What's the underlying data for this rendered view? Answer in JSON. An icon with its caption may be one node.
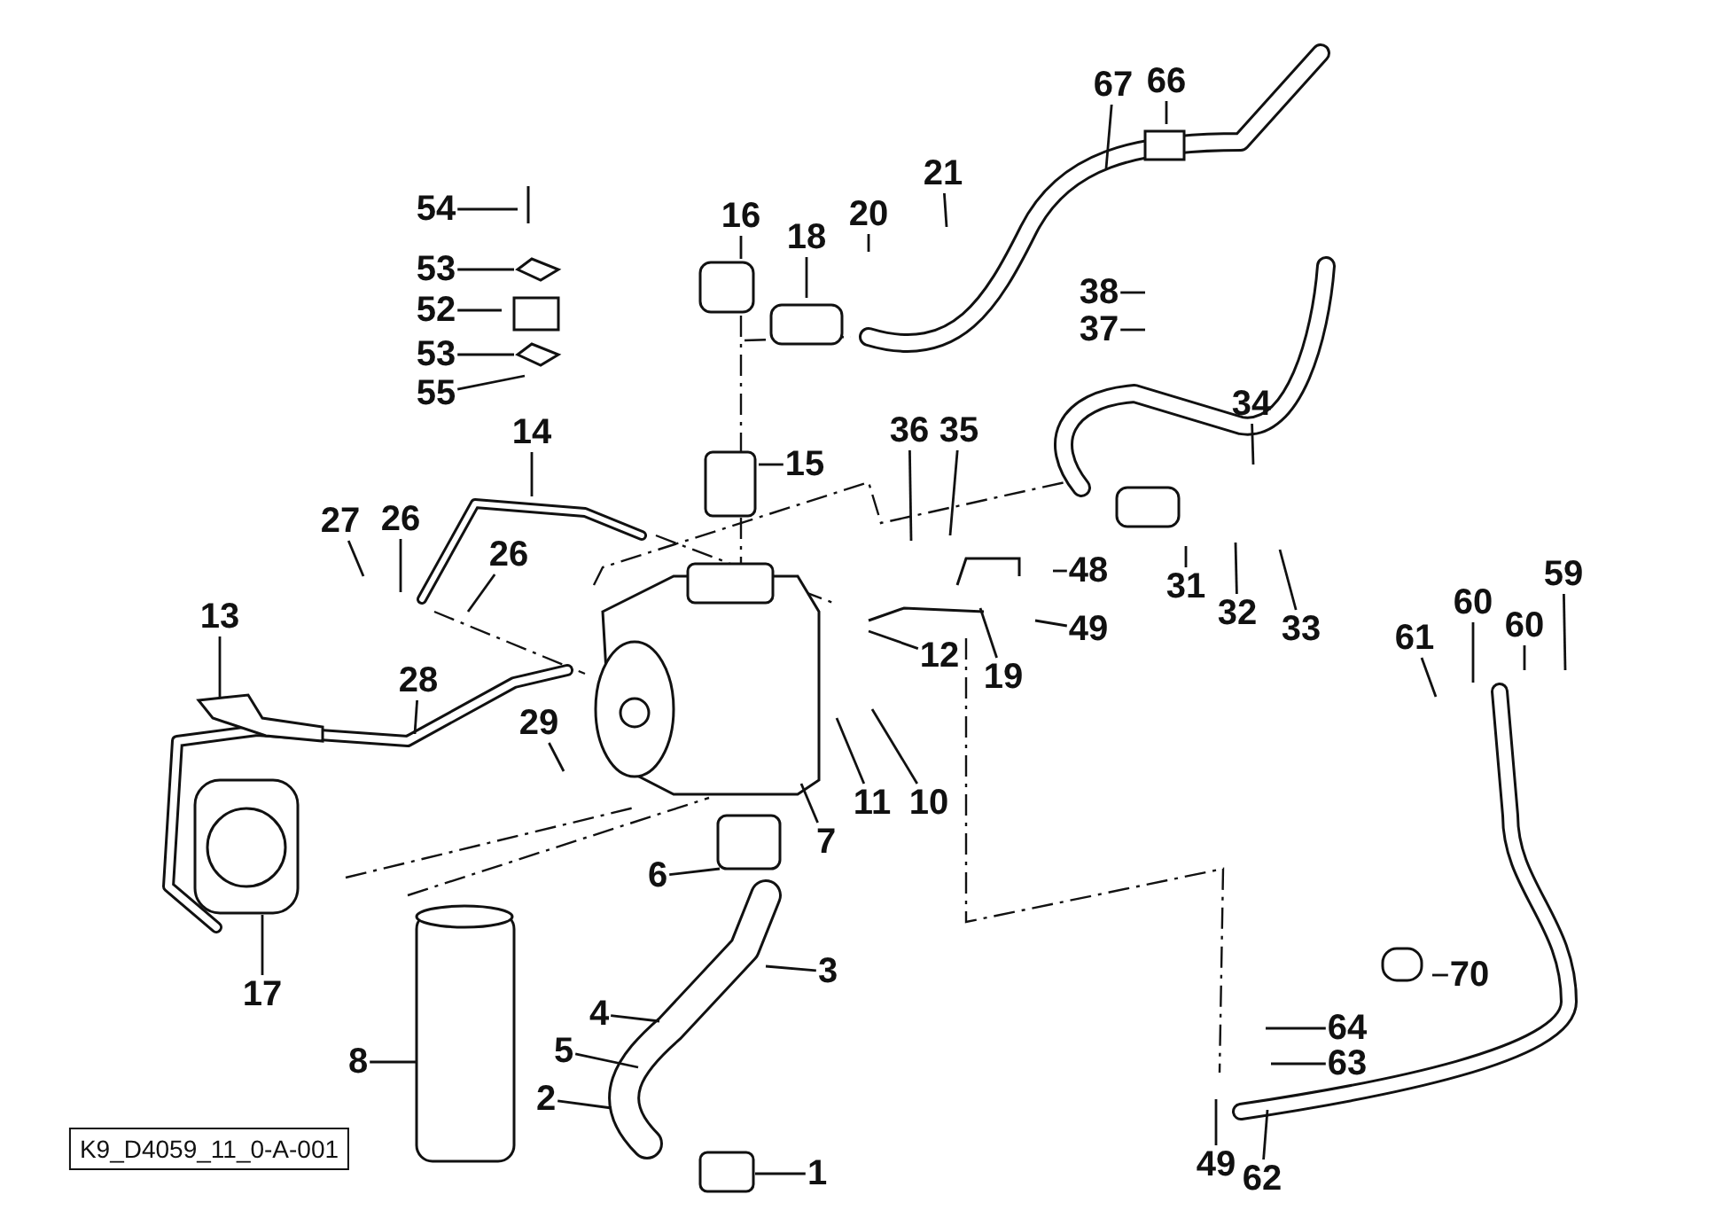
{
  "diagram": {
    "nodes": [
      {
        "text": [
          "67"
        ]
      },
      {
        "text": [
          "66"
        ]
      },
      {
        "text": [
          "54"
        ]
      },
      {
        "text": [
          "16"
        ]
      },
      {
        "text": [
          "18"
        ]
      },
      {
        "text": [
          "20"
        ]
      },
      {
        "text": [
          "21"
        ]
      },
      {
        "text": [
          "53"
        ]
      },
      {
        "text": [
          "38"
        ]
      },
      {
        "text": [
          "52"
        ]
      },
      {
        "text": [
          "37"
        ]
      },
      {
        "text": [
          "53"
        ]
      },
      {
        "text": [
          "55"
        ]
      },
      {
        "text": [
          "34"
        ]
      },
      {
        "text": [
          "36"
        ]
      },
      {
        "text": [
          "35"
        ]
      },
      {
        "text": [
          "15"
        ]
      },
      {
        "text": [
          "14"
        ]
      },
      {
        "text": [
          "27"
        ]
      },
      {
        "text": [
          "26"
        ]
      },
      {
        "text": [
          "26"
        ]
      },
      {
        "text": [
          "48"
        ]
      },
      {
        "text": [
          "31"
        ]
      },
      {
        "text": [
          "32"
        ]
      },
      {
        "text": [
          "33"
        ]
      },
      {
        "text": [
          "13"
        ]
      },
      {
        "text": [
          "12"
        ]
      },
      {
        "text": [
          "49"
        ]
      },
      {
        "text": [
          "19"
        ]
      },
      {
        "text": [
          "61"
        ]
      },
      {
        "text": [
          "60"
        ]
      },
      {
        "text": [
          "60"
        ]
      },
      {
        "text": [
          "59"
        ]
      },
      {
        "text": [
          "28"
        ]
      },
      {
        "text": [
          "29"
        ]
      },
      {
        "text": [
          "11"
        ]
      },
      {
        "text": [
          "10"
        ]
      },
      {
        "text": [
          "7"
        ]
      },
      {
        "text": [
          "6"
        ]
      },
      {
        "text": [
          "17"
        ]
      },
      {
        "text": [
          "3"
        ]
      },
      {
        "text": [
          "70"
        ]
      },
      {
        "text": [
          "4"
        ]
      },
      {
        "text": [
          "64"
        ]
      },
      {
        "text": [
          "5"
        ]
      },
      {
        "text": [
          "8"
        ]
      },
      {
        "text": [
          "63"
        ]
      },
      {
        "text": [
          "2"
        ]
      },
      {
        "text": [
          "49"
        ]
      },
      {
        "text": [
          "62"
        ]
      },
      {
        "text": [
          "1"
        ]
      },
      {
        "text": [
          "K9_D4059_11_0-A-001"
        ]
      }
    ],
    "edges": [
      {
        "from": 0,
        "to": null,
        "arrow": "none"
      },
      {
        "from": 1,
        "to": null,
        "arrow": "none"
      },
      {
        "from": 2,
        "to": null,
        "arrow": "none"
      },
      {
        "from": 3,
        "to": null,
        "arrow": "none"
      },
      {
        "from": 4,
        "to": null,
        "arrow": "none"
      },
      {
        "from": 5,
        "to": null,
        "arrow": "none"
      },
      {
        "from": 6,
        "to": null,
        "arrow": "none"
      },
      {
        "from": 7,
        "to": null,
        "arrow": "none"
      },
      {
        "from": 8,
        "to": null,
        "arrow": "none"
      },
      {
        "from": 9,
        "to": null,
        "arrow": "none"
      },
      {
        "from": 10,
        "to": null,
        "arrow": "none"
      },
      {
        "from": 11,
        "to": null,
        "arrow": "none"
      },
      {
        "from": 12,
        "to": null,
        "arrow": "none"
      },
      {
        "from": 13,
        "to": null,
        "arrow": "none"
      },
      {
        "from": 14,
        "to": null,
        "arrow": "none"
      },
      {
        "from": 15,
        "to": null,
        "arrow": "none"
      },
      {
        "from": 16,
        "to": null,
        "arrow": "none"
      },
      {
        "from": 17,
        "to": null,
        "arrow": "none"
      },
      {
        "from": 18,
        "to": null,
        "arrow": "none"
      },
      {
        "from": 19,
        "to": null,
        "arrow": "none"
      },
      {
        "from": 20,
        "to": null,
        "arrow": "none"
      },
      {
        "from": 21,
        "to": null,
        "arrow": "none"
      },
      {
        "from": 22,
        "to": null,
        "arrow": "none"
      },
      {
        "from": 23,
        "to": null,
        "arrow": "none"
      },
      {
        "from": 24,
        "to": null,
        "arrow": "none"
      },
      {
        "from": 25,
        "to": null,
        "arrow": "none"
      },
      {
        "from": 26,
        "to": null,
        "arrow": "none"
      },
      {
        "from": 27,
        "to": null,
        "arrow": "none"
      },
      {
        "from": 28,
        "to": null,
        "arrow": "none"
      },
      {
        "from": 29,
        "to": null,
        "arrow": "none"
      },
      {
        "from": 30,
        "to": null,
        "arrow": "none"
      },
      {
        "from": 31,
        "to": null,
        "arrow": "none"
      },
      {
        "from": 32,
        "to": null,
        "arrow": "none"
      },
      {
        "from": 33,
        "to": null,
        "arrow": "none"
      },
      {
        "from": 34,
        "to": null,
        "arrow": "none"
      },
      {
        "from": 35,
        "to": null,
        "arrow": "none"
      },
      {
        "from": 36,
        "to": null,
        "arrow": "none"
      },
      {
        "from": 37,
        "to": null,
        "arrow": "none"
      },
      {
        "from": 38,
        "to": null,
        "arrow": "none"
      },
      {
        "from": 39,
        "to": null,
        "arrow": "none"
      },
      {
        "from": 40,
        "to": null,
        "arrow": "none"
      },
      {
        "from": 41,
        "to": null,
        "arrow": "none"
      },
      {
        "from": 42,
        "to": null,
        "arrow": "none"
      },
      {
        "from": 43,
        "to": null,
        "arrow": "none"
      },
      {
        "from": 44,
        "to": null,
        "arrow": "none"
      },
      {
        "from": 45,
        "to": null,
        "arrow": "none"
      },
      {
        "from": 46,
        "to": null,
        "arrow": "none"
      },
      {
        "from": 47,
        "to": null,
        "arrow": "none"
      },
      {
        "from": 48,
        "to": null,
        "arrow": "none"
      },
      {
        "from": 49,
        "to": null,
        "arrow": "none"
      },
      {
        "from": 50,
        "to": null,
        "arrow": "none"
      }
    ]
  }
}
